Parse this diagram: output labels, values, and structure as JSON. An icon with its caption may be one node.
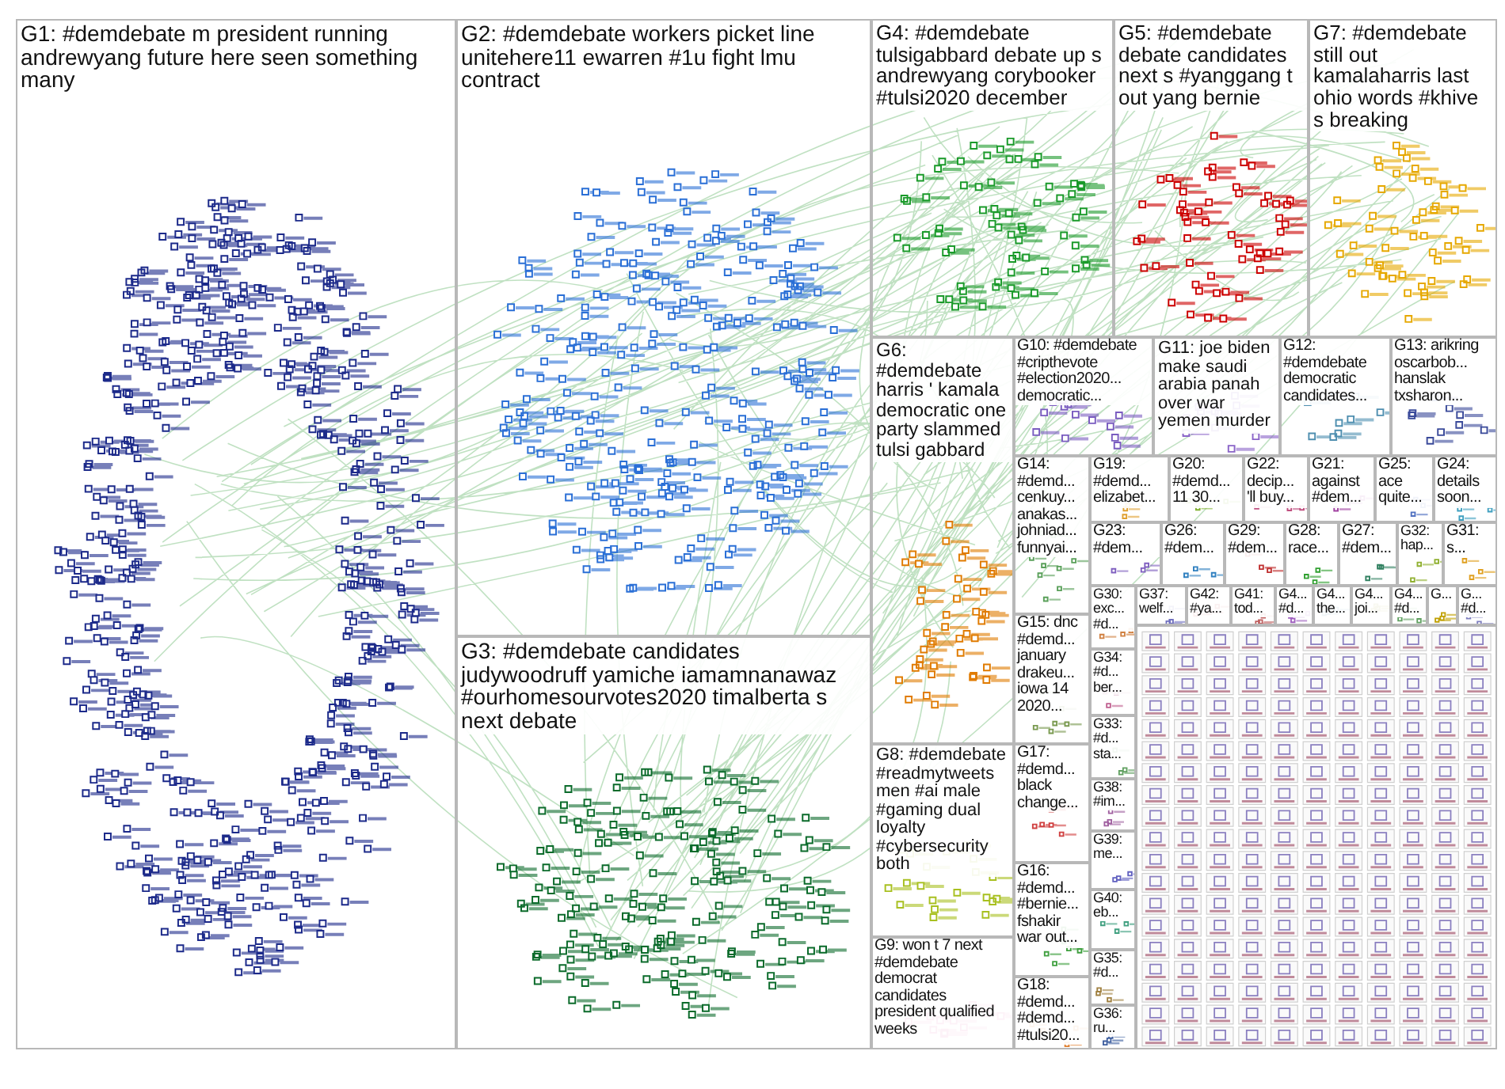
{
  "diagram": {
    "nodes": [
      {
        "text": [
          "G1: #demdebate m president running andrewyang future here seen something many"
        ]
      },
      {
        "text": [
          "G2: #demdebate workers picket line unitehere11 ewarren #1u fight lmu contract"
        ]
      },
      {
        "text": [
          "G3: #demdebate candidates judywoodruff yamiche iamamnanawaz #ourhomesourvotes2020 timalberta s next debate"
        ]
      },
      {
        "text": [
          "G4: #demdebate tulsigabbard debate up s andrewyang corybooker #tulsi2020 december"
        ]
      },
      {
        "text": [
          "G5: #demdebate debate candidates next s #yanggang t out yang bernie"
        ]
      },
      {
        "text": [
          "G7: #demdebate still out kamalaharris last ohio words #khive s breaking"
        ]
      },
      {
        "text": [
          "G6: #demdebate harris ' kamala democratic one party slammed tulsi gabbard"
        ]
      },
      {
        "text": [
          "G10: #demdebate #cripthevote #election2020... democratic..."
        ]
      },
      {
        "text": [
          "G11: joe biden make saudi arabia panah over war yemen murder"
        ]
      },
      {
        "text": [
          "G12: #demdebate democratic candidates..."
        ]
      },
      {
        "text": [
          "G13: arikring oscarbob... hanslak txsharon..."
        ]
      },
      {
        "text": [
          "G14: #demd... cenkuy... anakas... johniad... funnyai..."
        ]
      },
      {
        "text": [
          "G15: dnc #demd... january drakeu... iowa 14 2020..."
        ]
      },
      {
        "text": [
          "G17: #demd... black change..."
        ]
      },
      {
        "text": [
          "G16: #demd... #bernie... fshakir war out..."
        ]
      },
      {
        "text": [
          "G18: #demd... #demd... #tulsi20..."
        ]
      },
      {
        "text": [
          "G8: #demdebate #readmytweets men #ai male #gaming dual loyalty #cybersecurity both"
        ]
      },
      {
        "text": [
          "G9: won t 7 next #demdebate democrat candidates president qualified weeks"
        ]
      },
      {
        "text": [
          "G19: #demd... elizabet..."
        ]
      },
      {
        "text": [
          "G20: #demd... 11 30..."
        ]
      },
      {
        "text": [
          "G22: decip... 'll buy..."
        ]
      },
      {
        "text": [
          "G21: against #dem..."
        ]
      },
      {
        "text": [
          "G25: ace quite..."
        ]
      },
      {
        "text": [
          "G24: details soon..."
        ]
      },
      {
        "text": [
          "G23: #dem..."
        ]
      },
      {
        "text": [
          "G26: #dem..."
        ]
      },
      {
        "text": [
          "G29: #dem..."
        ]
      },
      {
        "text": [
          "G28: race..."
        ]
      },
      {
        "text": [
          "G27: #dem..."
        ]
      },
      {
        "text": [
          "G32: hap..."
        ]
      },
      {
        "text": [
          "G31: s..."
        ]
      },
      {
        "text": [
          "G30: exc... #d..."
        ]
      },
      {
        "text": [
          "G37: welf..."
        ]
      },
      {
        "text": [
          "G42: #ya..."
        ]
      },
      {
        "text": [
          "G41: tod..."
        ]
      },
      {
        "text": [
          "G4... #d..."
        ]
      },
      {
        "text": [
          "G4... the..."
        ]
      },
      {
        "text": [
          "G4... joi..."
        ]
      },
      {
        "text": [
          "G4... #d..."
        ]
      },
      {
        "text": [
          "G..."
        ]
      },
      {
        "text": [
          "G... #d..."
        ]
      },
      {
        "text": [
          "G34: #d... ber..."
        ]
      },
      {
        "text": [
          "G33: #d... sta..."
        ]
      },
      {
        "text": [
          "G38: #im..."
        ]
      },
      {
        "text": [
          "G39: me..."
        ]
      },
      {
        "text": [
          "G40: eb..."
        ]
      },
      {
        "text": [
          "G35: #d..."
        ]
      },
      {
        "text": [
          "G36: ru..."
        ]
      },
      {
        "text": [],
        "shape": "picture"
      }
    ],
    "edges": []
  }
}
